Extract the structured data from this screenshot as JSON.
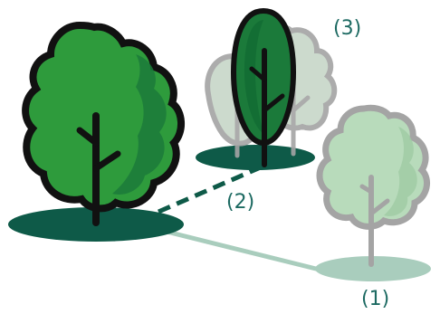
{
  "labels": {
    "one": "(1)",
    "two": "(2)",
    "three": "(3)"
  },
  "colors": {
    "shadow_dark": "#0e5a48",
    "shadow_light": "#a9cdbd",
    "tree_green": "#2e9b3c",
    "tree_dark_green": "#1b7a3a",
    "tree_faded": "#b8dbbb",
    "outline": "#111111",
    "outline_faded": "#a4a4a4",
    "label_text": "#1d6a62"
  },
  "scene": {
    "trees": [
      {
        "name": "main-tree",
        "shape": "round",
        "state": "solid"
      },
      {
        "name": "tree-1",
        "shape": "round",
        "state": "faded"
      },
      {
        "name": "tree-3-ghost-back",
        "shape": "oval",
        "state": "faded"
      },
      {
        "name": "tree-3-ghost-front",
        "shape": "round",
        "state": "faded"
      },
      {
        "name": "tree-3",
        "shape": "oval",
        "state": "solid"
      }
    ],
    "connectors": [
      {
        "name": "connector-to-1",
        "style": "solid"
      },
      {
        "name": "connector-to-2",
        "style": "dashed"
      }
    ]
  }
}
